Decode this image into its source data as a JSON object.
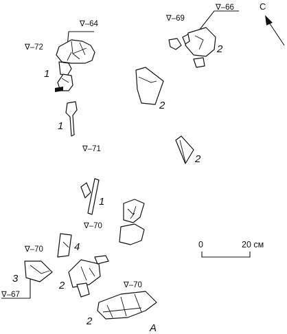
{
  "depth_marks": [
    {
      "label": "∇–64"
    },
    {
      "label": "∇–72"
    },
    {
      "label": "∇–69"
    },
    {
      "label": "∇–66"
    },
    {
      "label": "∇–71"
    },
    {
      "label": "∇–70"
    },
    {
      "label": "∇–70"
    },
    {
      "label": "∇–67"
    },
    {
      "label": "∇–70"
    }
  ],
  "fragment_labels": [
    {
      "label": "1"
    },
    {
      "label": "1"
    },
    {
      "label": "2"
    },
    {
      "label": "2"
    },
    {
      "label": "2"
    },
    {
      "label": "1"
    },
    {
      "label": "4"
    },
    {
      "label": "3"
    },
    {
      "label": "2"
    },
    {
      "label": "2"
    }
  ],
  "north_arrow": {
    "label": "C"
  },
  "scale_bar": {
    "start": "0",
    "end": "20 см"
  },
  "figure_letter": "A"
}
